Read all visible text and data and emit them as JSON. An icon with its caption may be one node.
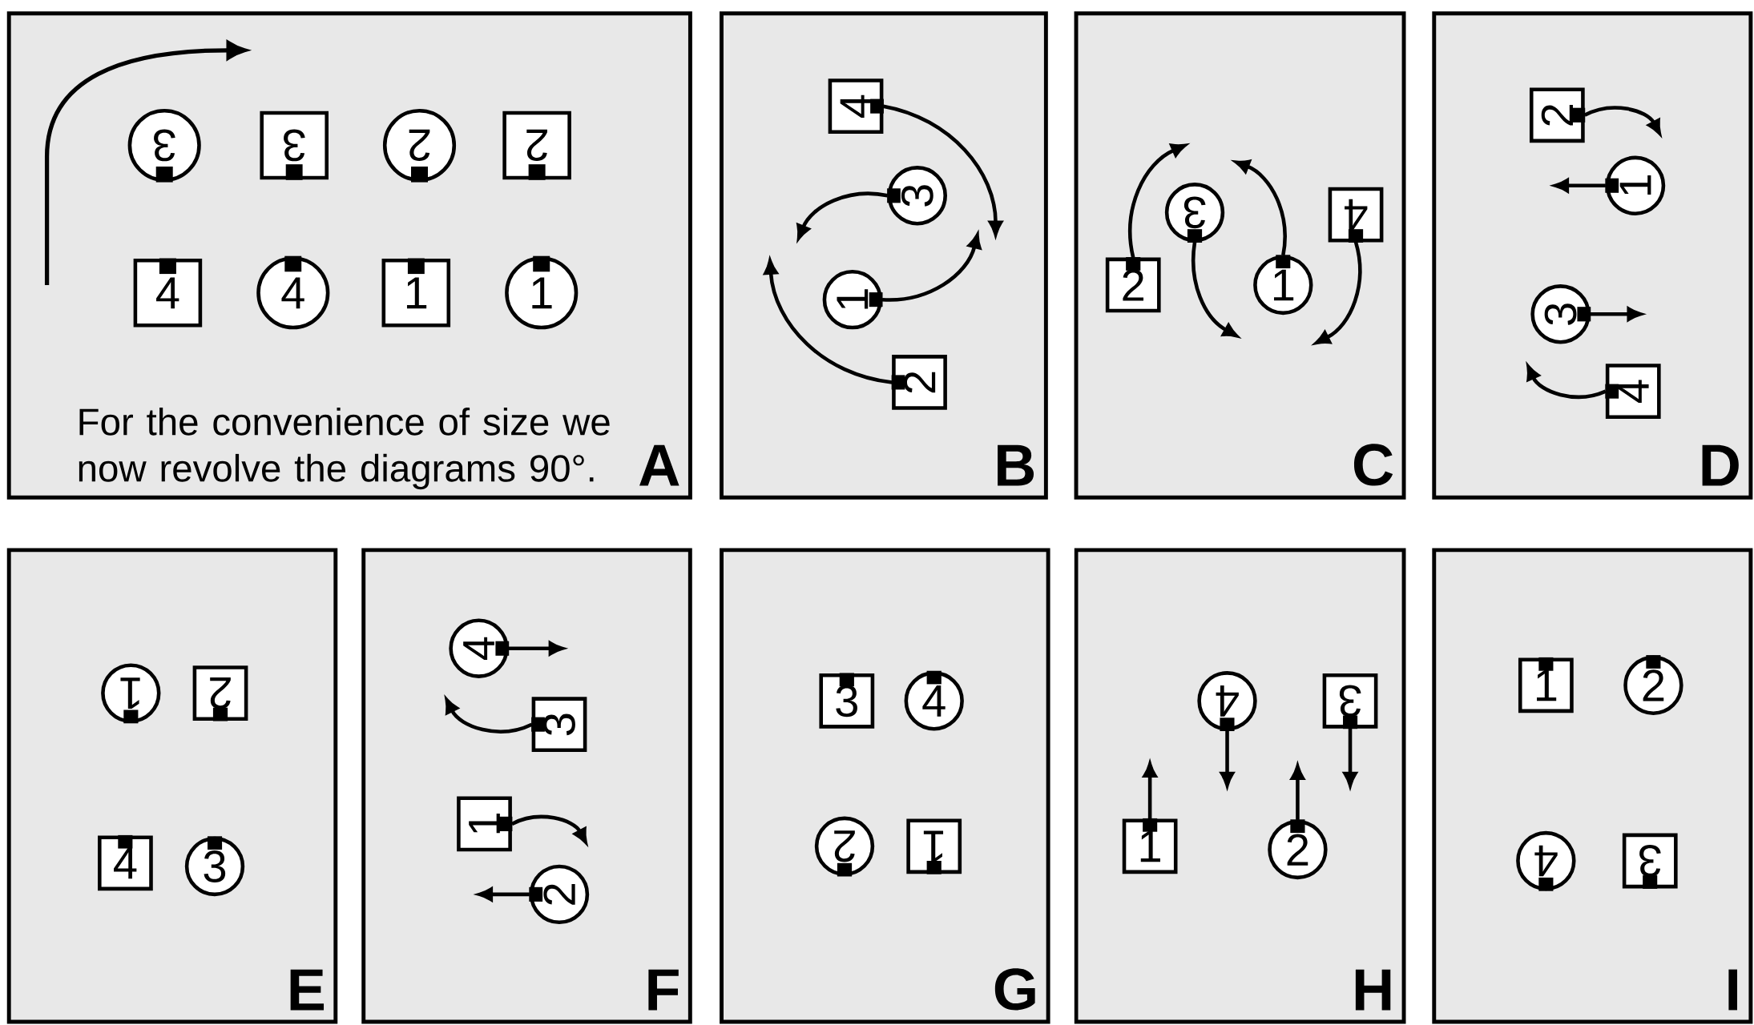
{
  "diagram": {
    "nodes": [
      {
        "text": [
          "For the convenience of size we now revolve the diagrams 90°.",
          "A"
        ]
      },
      {
        "text": [
          "3"
        ],
        "in": 0
      },
      {
        "text": [
          "3"
        ],
        "in": 0
      },
      {
        "text": [
          "2"
        ],
        "in": 0
      },
      {
        "text": [
          "2"
        ],
        "in": 0
      },
      {
        "text": [
          "4"
        ],
        "in": 0
      },
      {
        "text": [
          "4"
        ],
        "in": 0
      },
      {
        "text": [
          "1"
        ],
        "in": 0
      },
      {
        "text": [
          "1"
        ],
        "in": 0
      },
      {
        "text": [
          "B"
        ]
      },
      {
        "text": [
          "4"
        ],
        "in": 9
      },
      {
        "text": [
          "3"
        ],
        "in": 9
      },
      {
        "text": [
          "1"
        ],
        "in": 9
      },
      {
        "text": [
          "2"
        ],
        "in": 9
      },
      {
        "text": [
          "C"
        ]
      },
      {
        "text": [
          "2"
        ],
        "in": 14
      },
      {
        "text": [
          "3"
        ],
        "in": 14
      },
      {
        "text": [
          "1"
        ],
        "in": 14
      },
      {
        "text": [
          "4"
        ],
        "in": 14
      },
      {
        "text": [
          "D"
        ]
      },
      {
        "text": [
          "2"
        ],
        "in": 19
      },
      {
        "text": [
          "1"
        ],
        "in": 19
      },
      {
        "text": [
          "3"
        ],
        "in": 19
      },
      {
        "text": [
          "4"
        ],
        "in": 19
      },
      {
        "text": [
          "E"
        ]
      },
      {
        "text": [
          "1"
        ],
        "in": 24
      },
      {
        "text": [
          "2"
        ],
        "in": 24
      },
      {
        "text": [
          "4"
        ],
        "in": 24
      },
      {
        "text": [
          "3"
        ],
        "in": 24
      },
      {
        "text": [
          "F"
        ]
      },
      {
        "text": [
          "4"
        ],
        "in": 29
      },
      {
        "text": [
          "3"
        ],
        "in": 29
      },
      {
        "text": [
          "1"
        ],
        "in": 29
      },
      {
        "text": [
          "2"
        ],
        "in": 29
      },
      {
        "text": [
          "G"
        ]
      },
      {
        "text": [
          "3"
        ],
        "in": 34
      },
      {
        "text": [
          "4"
        ],
        "in": 34
      },
      {
        "text": [
          "2"
        ],
        "in": 34
      },
      {
        "text": [
          "1"
        ],
        "in": 34
      },
      {
        "text": [
          "H"
        ]
      },
      {
        "text": [
          "4"
        ],
        "in": 39
      },
      {
        "text": [
          "3"
        ],
        "in": 39
      },
      {
        "text": [
          "1"
        ],
        "in": 39
      },
      {
        "text": [
          "2"
        ],
        "in": 39
      },
      {
        "text": [
          "I"
        ]
      },
      {
        "text": [
          "1"
        ],
        "in": 44
      },
      {
        "text": [
          "2"
        ],
        "in": 44
      },
      {
        "text": [
          "4"
        ],
        "in": 44
      },
      {
        "text": [
          "3"
        ],
        "in": 44
      }
    ],
    "edges": [
      {
        "from": 10,
        "to": null,
        "arrow": "to"
      },
      {
        "from": 11,
        "to": null,
        "arrow": "to"
      },
      {
        "from": 12,
        "to": null,
        "arrow": "to"
      },
      {
        "from": 13,
        "to": null,
        "arrow": "to"
      },
      {
        "from": 15,
        "to": null,
        "arrow": "to"
      },
      {
        "from": 16,
        "to": null,
        "arrow": "to"
      },
      {
        "from": 17,
        "to": null,
        "arrow": "to"
      },
      {
        "from": 18,
        "to": null,
        "arrow": "to"
      },
      {
        "from": 20,
        "to": null,
        "arrow": "to"
      },
      {
        "from": 21,
        "to": null,
        "arrow": "to"
      },
      {
        "from": 22,
        "to": null,
        "arrow": "to"
      },
      {
        "from": 23,
        "to": null,
        "arrow": "to"
      },
      {
        "from": 30,
        "to": null,
        "arrow": "to"
      },
      {
        "from": 31,
        "to": null,
        "arrow": "to"
      },
      {
        "from": 32,
        "to": null,
        "arrow": "to"
      },
      {
        "from": 33,
        "to": null,
        "arrow": "to"
      },
      {
        "from": 40,
        "to": null,
        "arrow": "to"
      },
      {
        "from": 41,
        "to": null,
        "arrow": "to"
      },
      {
        "from": 42,
        "to": null,
        "arrow": "to"
      },
      {
        "from": 43,
        "to": null,
        "arrow": "to"
      }
    ]
  }
}
